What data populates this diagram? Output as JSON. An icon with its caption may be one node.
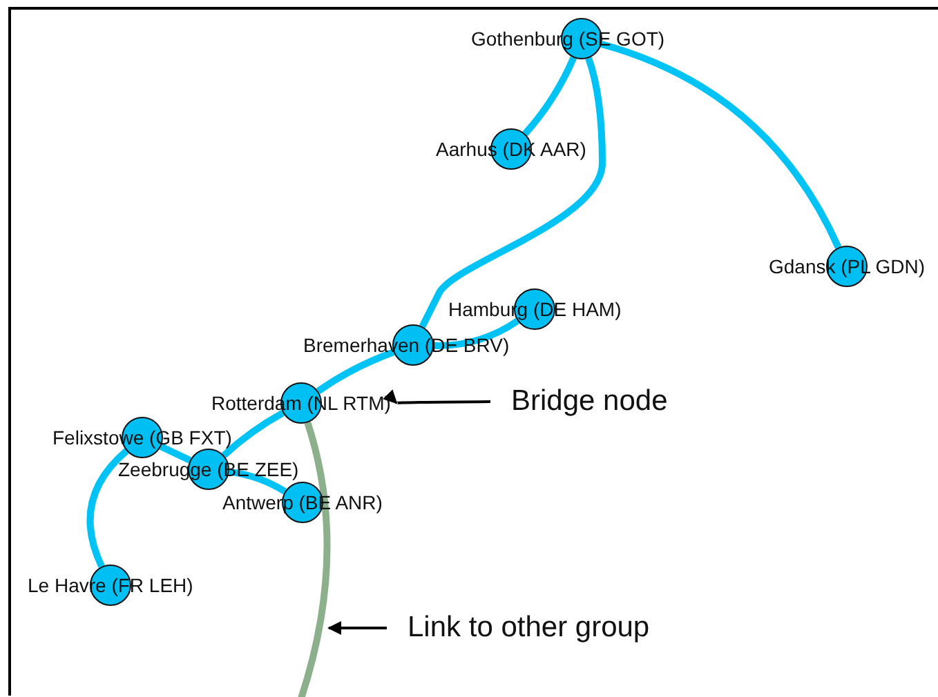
{
  "diagram": {
    "nodes": [
      {
        "text": [
          "Gothenburg (SE GOT)"
        ]
      },
      {
        "text": [
          "Aarhus (DK AAR)"
        ]
      },
      {
        "text": [
          "Gdansk (PL GDN)"
        ]
      },
      {
        "text": [
          "Hamburg (DE HAM)"
        ]
      },
      {
        "text": [
          "Bremerhaven (DE BRV)"
        ]
      },
      {
        "text": [
          "Rotterdam (NL RTM)"
        ]
      },
      {
        "text": [
          "Felixstowe (GB FXT)"
        ]
      },
      {
        "text": [
          "Zeebrugge (BE ZEE)"
        ]
      },
      {
        "text": [
          "Antwerp (BE ANR)"
        ]
      },
      {
        "text": [
          "Le Havre (FR LEH)"
        ]
      },
      {
        "text": [
          "Bridge node"
        ]
      },
      {
        "text": [
          "Link to other group"
        ]
      }
    ],
    "edges": [
      {
        "from": 0,
        "to": 1,
        "arrow": "none"
      },
      {
        "from": 0,
        "to": 4,
        "arrow": "none"
      },
      {
        "from": 0,
        "to": 2,
        "arrow": "none"
      },
      {
        "from": 4,
        "to": 3,
        "arrow": "none"
      },
      {
        "from": 4,
        "to": 5,
        "arrow": "none"
      },
      {
        "from": 5,
        "to": 7,
        "arrow": "none"
      },
      {
        "from": 6,
        "to": 7,
        "arrow": "none"
      },
      {
        "from": 7,
        "to": 8,
        "arrow": "none"
      },
      {
        "from": 6,
        "to": 9,
        "arrow": "none"
      },
      {
        "from": 5,
        "to": null,
        "arrow": "none",
        "color": "#8cb08c"
      },
      {
        "from": 10,
        "to": 5,
        "arrow": "to",
        "color": "#000000"
      },
      {
        "from": 11,
        "to": null,
        "arrow": "to",
        "color": "#000000"
      }
    ]
  }
}
